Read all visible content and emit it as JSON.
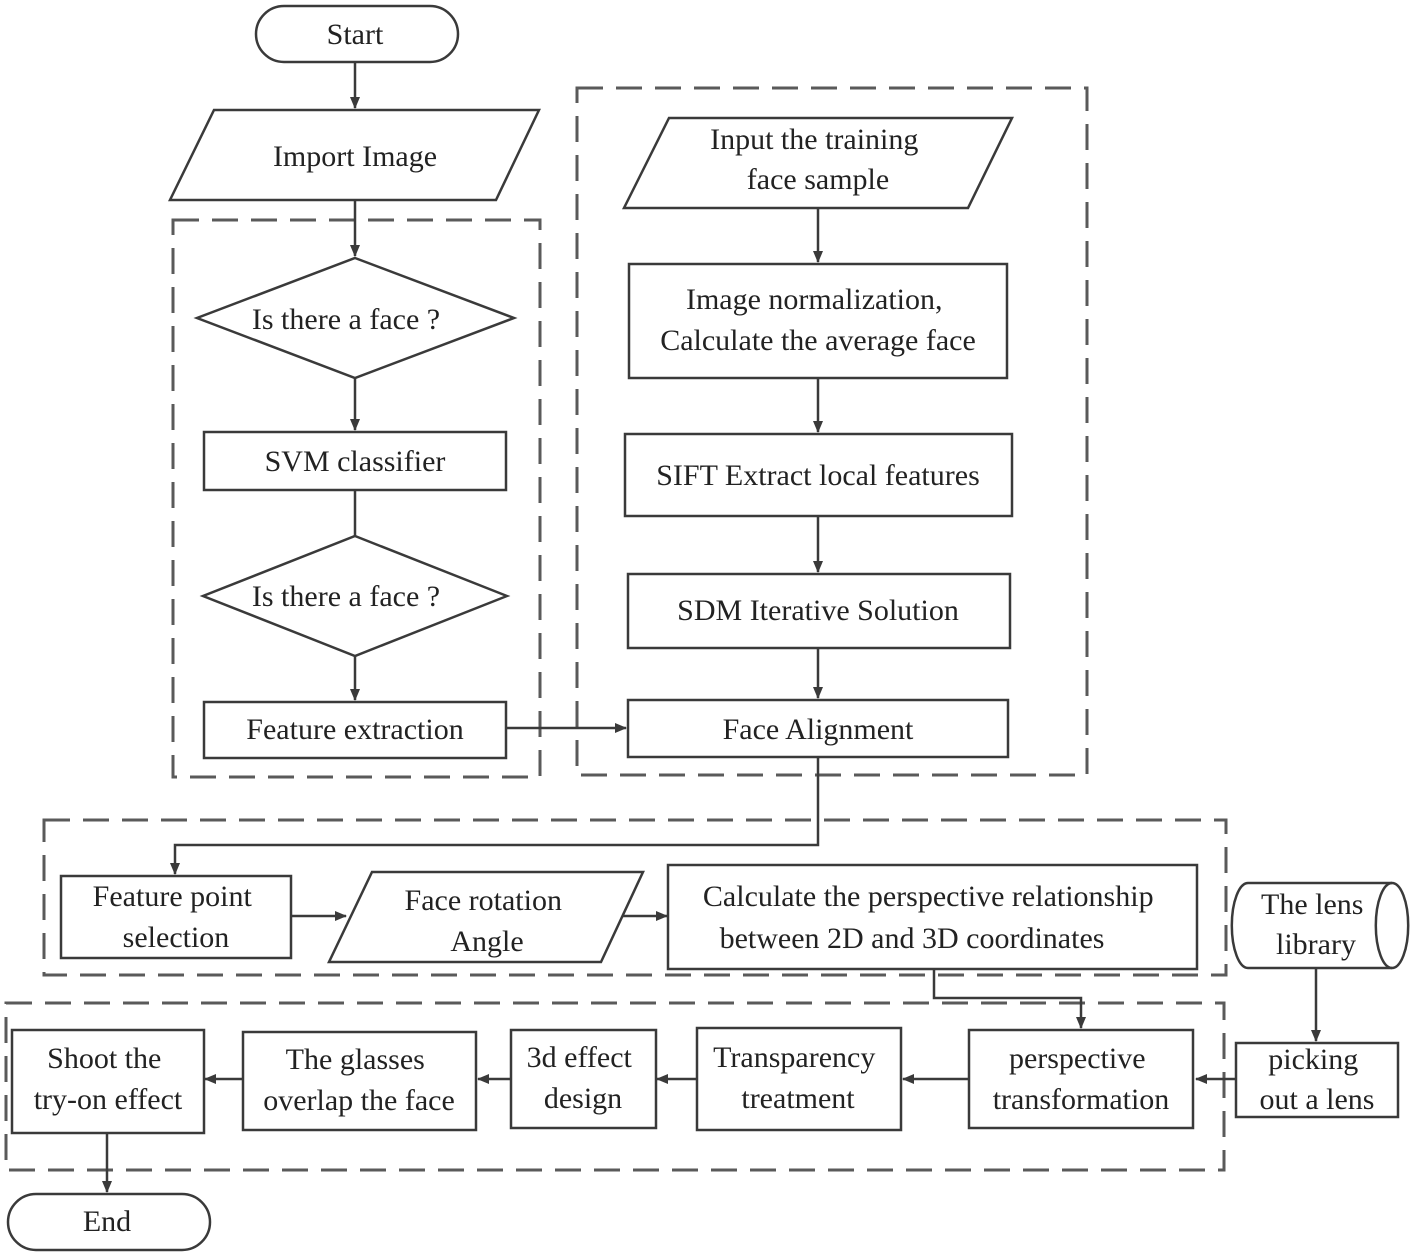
{
  "nodes": [
    {
      "id": "start",
      "label": "Start"
    },
    {
      "id": "import_image",
      "label": "Import Image"
    },
    {
      "id": "is_face_1",
      "label": "Is there a face ?"
    },
    {
      "id": "svm",
      "label": "SVM classifier"
    },
    {
      "id": "is_face_2",
      "label": "Is there a face ?"
    },
    {
      "id": "feature_extraction",
      "label": "Feature extraction"
    },
    {
      "id": "training_input",
      "label": [
        "Input the training",
        "face sample"
      ]
    },
    {
      "id": "normalization",
      "label": [
        "Image normalization,",
        "Calculate the average face"
      ]
    },
    {
      "id": "sift",
      "label": "SIFT Extract local features"
    },
    {
      "id": "sdm",
      "label": "SDM Iterative Solution"
    },
    {
      "id": "face_alignment",
      "label": "Face Alignment"
    },
    {
      "id": "feature_point",
      "label": [
        "Feature point",
        "selection"
      ]
    },
    {
      "id": "face_rotation",
      "label": [
        "Face rotation",
        "Angle"
      ]
    },
    {
      "id": "perspective_rel",
      "label": [
        "Calculate the perspective relationship",
        "between 2D and 3D coordinates"
      ]
    },
    {
      "id": "lens_library",
      "label": [
        "The lens",
        "library"
      ]
    },
    {
      "id": "picking_lens",
      "label": [
        "picking",
        "out a lens"
      ]
    },
    {
      "id": "perspective_transform",
      "label": [
        "perspective",
        "transformation"
      ]
    },
    {
      "id": "transparency",
      "label": [
        "Transparency",
        "treatment"
      ]
    },
    {
      "id": "effect_3d",
      "label": [
        "3d effect",
        "design"
      ]
    },
    {
      "id": "glasses_overlap",
      "label": [
        "The glasses",
        "overlap the face"
      ]
    },
    {
      "id": "shoot",
      "label": [
        "Shoot the",
        "try-on effect"
      ]
    },
    {
      "id": "end",
      "label": "End"
    }
  ],
  "edges": [
    {
      "from": "start",
      "to": "import_image"
    },
    {
      "from": "import_image",
      "to": "is_face_1"
    },
    {
      "from": "is_face_1",
      "to": "svm"
    },
    {
      "from": "svm",
      "to": "is_face_2"
    },
    {
      "from": "is_face_2",
      "to": "feature_extraction"
    },
    {
      "from": "feature_extraction",
      "to": "face_alignment"
    },
    {
      "from": "training_input",
      "to": "normalization"
    },
    {
      "from": "normalization",
      "to": "sift"
    },
    {
      "from": "sift",
      "to": "sdm"
    },
    {
      "from": "sdm",
      "to": "face_alignment"
    },
    {
      "from": "face_alignment",
      "to": "feature_point"
    },
    {
      "from": "feature_point",
      "to": "face_rotation"
    },
    {
      "from": "face_rotation",
      "to": "perspective_rel"
    },
    {
      "from": "perspective_rel",
      "to": "perspective_transform"
    },
    {
      "from": "lens_library",
      "to": "picking_lens"
    },
    {
      "from": "picking_lens",
      "to": "perspective_transform"
    },
    {
      "from": "perspective_transform",
      "to": "transparency"
    },
    {
      "from": "transparency",
      "to": "effect_3d"
    },
    {
      "from": "effect_3d",
      "to": "glasses_overlap"
    },
    {
      "from": "glasses_overlap",
      "to": "shoot"
    },
    {
      "from": "shoot",
      "to": "end"
    }
  ]
}
